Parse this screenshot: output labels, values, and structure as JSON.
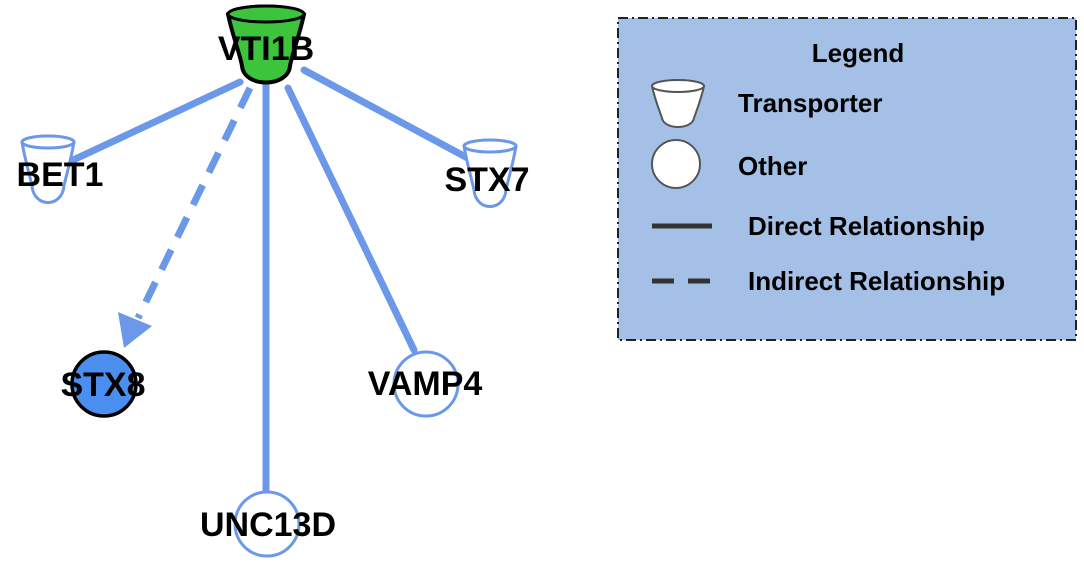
{
  "colors": {
    "edge": "#6b98e8",
    "transporter_fill": "#3cc43c",
    "stx8_fill": "#4a8ff0",
    "node_outline_default": "#6b98e8",
    "node_outline_highlight": "#000000",
    "legend_bg": "#a4c0e6",
    "legend_border": "#222222"
  },
  "nodes": {
    "vti1b": {
      "label": "VTI1B",
      "shape": "transporter",
      "style": "green-filled"
    },
    "bet1": {
      "label": "BET1",
      "shape": "transporter",
      "style": "outline"
    },
    "stx7": {
      "label": "STX7",
      "shape": "transporter",
      "style": "outline"
    },
    "stx8": {
      "label": "STX8",
      "shape": "other",
      "style": "blue-filled"
    },
    "vamp4": {
      "label": "VAMP4",
      "shape": "other",
      "style": "outline"
    },
    "unc13d": {
      "label": "UNC13D",
      "shape": "other",
      "style": "outline"
    }
  },
  "edges": [
    {
      "from": "VTI1B",
      "to": "BET1",
      "type": "direct"
    },
    {
      "from": "VTI1B",
      "to": "STX7",
      "type": "direct"
    },
    {
      "from": "VTI1B",
      "to": "UNC13D",
      "type": "direct"
    },
    {
      "from": "VTI1B",
      "to": "VAMP4",
      "type": "direct"
    },
    {
      "from": "VTI1B",
      "to": "STX8",
      "type": "indirect"
    }
  ],
  "legend": {
    "title": "Legend",
    "items": {
      "transporter": "Transporter",
      "other": "Other",
      "direct": "Direct Relationship",
      "indirect": "Indirect Relationship"
    }
  }
}
